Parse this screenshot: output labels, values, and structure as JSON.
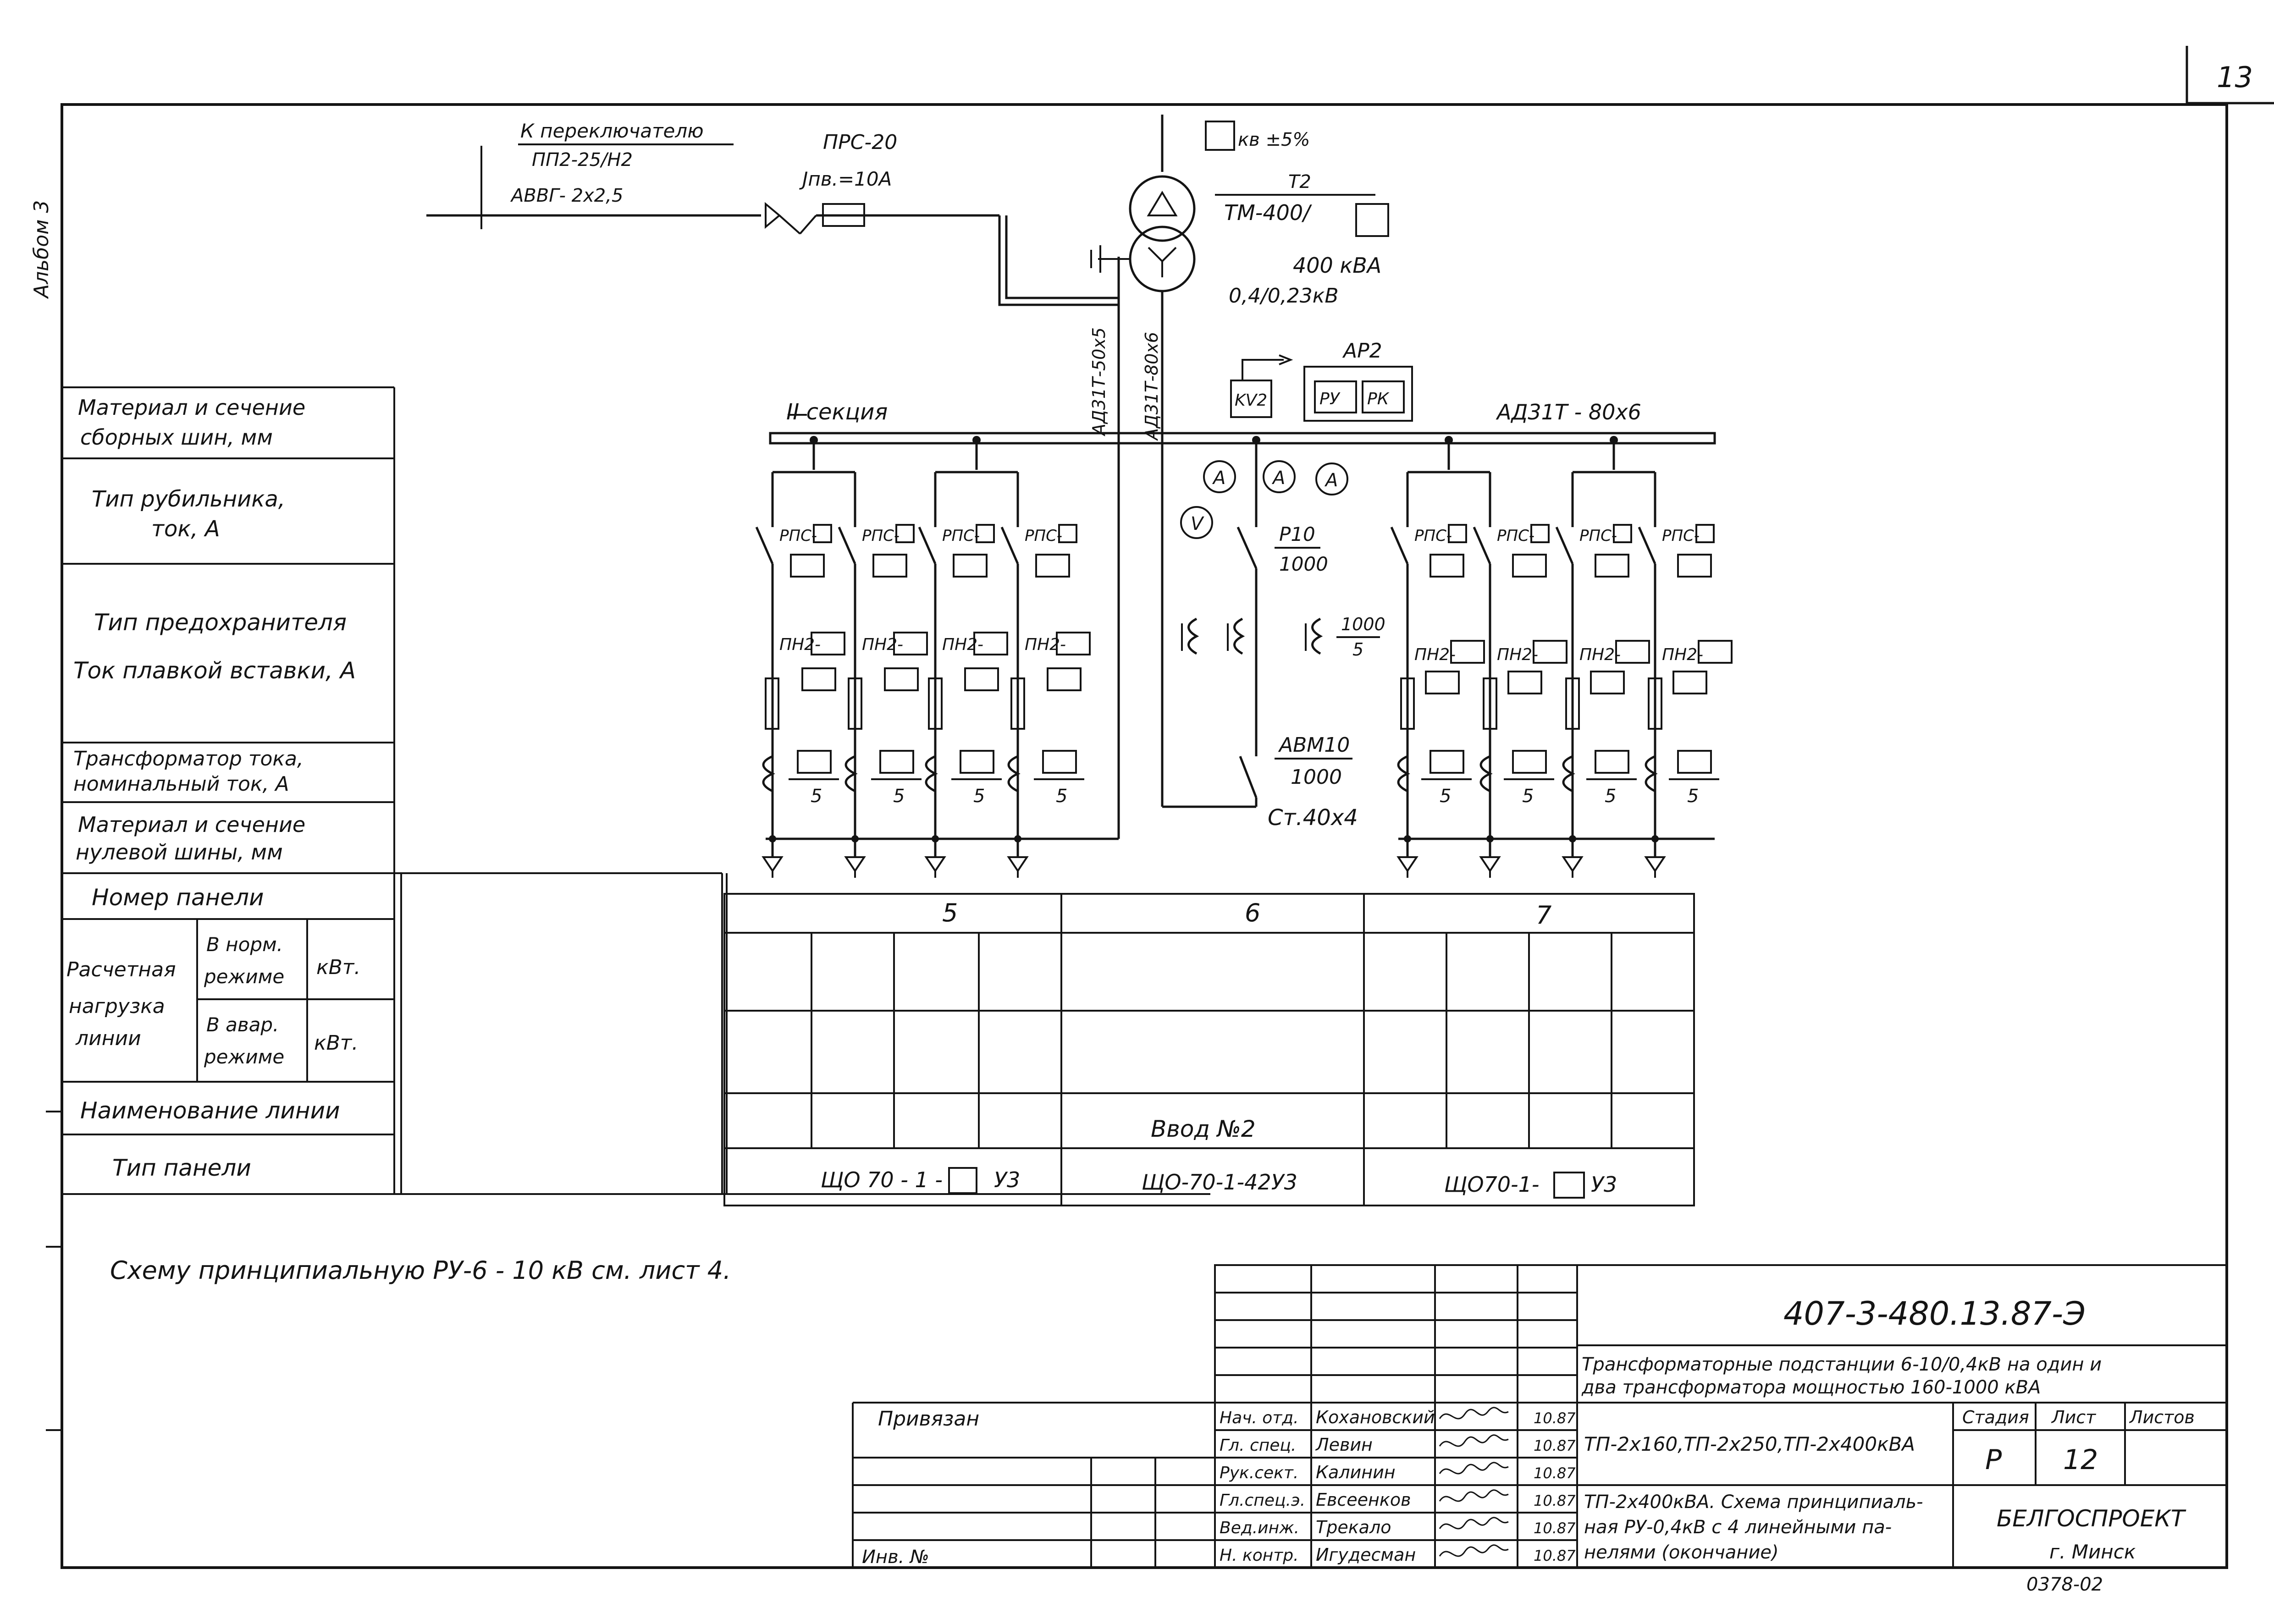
{
  "sheet": {
    "page_number": "13",
    "album_label": "Альбом 3"
  },
  "scheme": {
    "switch_ref_1": "К переключателю",
    "switch_ref_2": "ПП2-25/Н2",
    "switch_ref_3": "АВВГ- 2х2,5",
    "prs_label": "ПРС-20",
    "prs_current": "Jпв.=10А",
    "kv_label": "кв ±5%",
    "transformer_name": "Т2",
    "transformer_type": "ТМ-400/",
    "transformer_power": "400 кВА",
    "transformer_voltage": "0,4/0,23кВ",
    "bus_vertical_1": "АД31Т-50х5",
    "bus_vertical_2": "АД31Т-80х6",
    "section_label": "II секция",
    "main_bus_label": "АД31Т - 80х6",
    "ar2_label": "АР2",
    "kv2_label": "KV2",
    "ru_label": "РУ",
    "rk_label": "РК",
    "ammeter": "A",
    "voltmeter": "V",
    "r10_top": "Р10",
    "r10_bottom": "1000",
    "ct_top": "1000",
    "ct_bottom": "5",
    "avm_top": "АВМ10",
    "avm_bottom": "1000",
    "neutral_bus": "Ст.40х4",
    "rps": "РПС-",
    "pn2": "ПН2-",
    "ct_secondary": "5"
  },
  "left_table": {
    "row1": [
      "Материал и сечение",
      "сборных шин, мм"
    ],
    "row2": [
      "Тип рубильника,",
      "ток, А"
    ],
    "row3": [
      "Тип предохранителя",
      "Ток плавкой вставки, А"
    ],
    "row4": [
      "Трансформатор тока,",
      "номинальный ток, А"
    ],
    "row5": [
      "Материал и сечение",
      "нулевой шины, мм"
    ],
    "panel_number": "Номер панели",
    "calc_load": [
      "Расчетная",
      "нагрузка",
      "линии"
    ],
    "normal_mode": [
      "В норм.",
      "режиме"
    ],
    "emergency_mode": [
      "В авар.",
      "режиме"
    ],
    "unit_kw": "кВт.",
    "line_name": "Наименование линии",
    "panel_type": "Тип панели"
  },
  "panels": {
    "numbers": [
      "5",
      "6",
      "7"
    ],
    "input_label": "Ввод №2",
    "types": [
      "ЩО 70 - 1 -",
      "ЩО-70-1-42У3",
      "ЩО70-1-"
    ],
    "type_suffix": "У3"
  },
  "note": "Схему принципиальную РУ-6 - 10 кВ см. лист 4.",
  "title_block": {
    "doc_code": "407-3-480.13.87-Э",
    "title_1": "Трансформаторные подстанции 6-10/0,4кВ на один и",
    "title_2": "два трансформатора мощностью 160-1000 кВА",
    "subtitle": "ТП-2х160,ТП-2х250,ТП-2х400кВА",
    "desc_1": "ТП-2х400кВА. Схема принципиаль-",
    "desc_2": "ная РУ-0,4кВ с 4 линейными па-",
    "desc_3": "нелями (окончание)",
    "stage_header": "Стадия",
    "sheet_header": "Лист",
    "sheets_header": "Листов",
    "stage": "Р",
    "sheet": "12",
    "org": "БЕЛГОСПРОЕКТ",
    "city": "г. Минск",
    "bound": "Привязан",
    "inv": "Инв. №",
    "bottom_code": "0378-02",
    "roles": [
      "Нач. отд.",
      "Гл. спец.",
      "Рук.сект.",
      "Гл.спец.э.",
      "Вед.инж.",
      "Н. контр."
    ],
    "names": [
      "Кохановский",
      "Левин",
      "Калинин",
      "Евсеенков",
      "Трекало",
      "Игудесман"
    ],
    "dates": [
      "10.87",
      "10.87",
      "10.87",
      "10.87",
      "10.87",
      "10.87"
    ]
  }
}
